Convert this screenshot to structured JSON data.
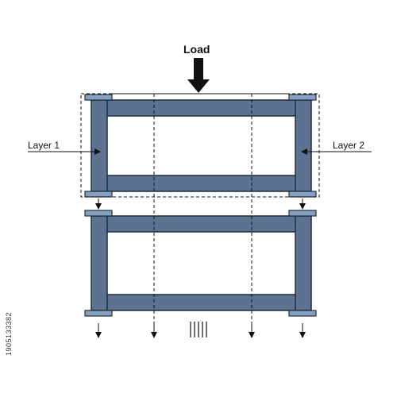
{
  "labels": {
    "load": "Load",
    "layer1": "Layer 1",
    "layer2": "Layer 2"
  },
  "side_text": "1905133382",
  "colors": {
    "beam_fill": "#5b7291",
    "cap_fill": "#88a0c0",
    "outline": "#1f2d3d",
    "line": "#111111"
  }
}
